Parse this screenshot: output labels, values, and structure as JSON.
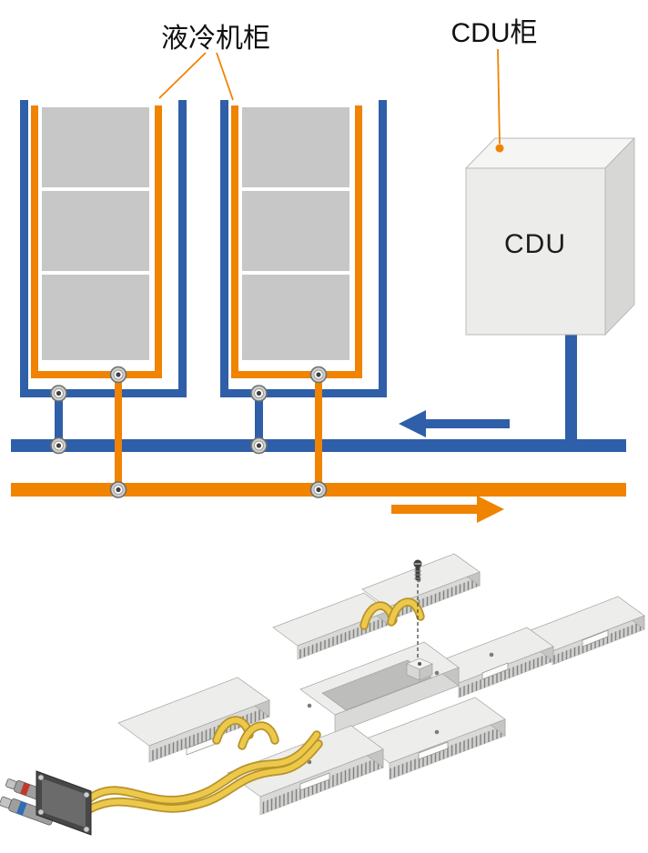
{
  "colors": {
    "blue": "#2e5fa8",
    "orange": "#f08300",
    "gray_server": "#c7c7c7",
    "cdu_front": "#ececea",
    "cdu_top": "#f5f5f3",
    "cdu_side": "#d7d7d5",
    "hose_yellow": "#ecc94b",
    "hose_outline": "#b8922a"
  },
  "schematic": {
    "cabinet_label": "液冷机柜",
    "cdu_cabinet_label": "CDU柜",
    "cdu_unit_label": "CDU"
  }
}
